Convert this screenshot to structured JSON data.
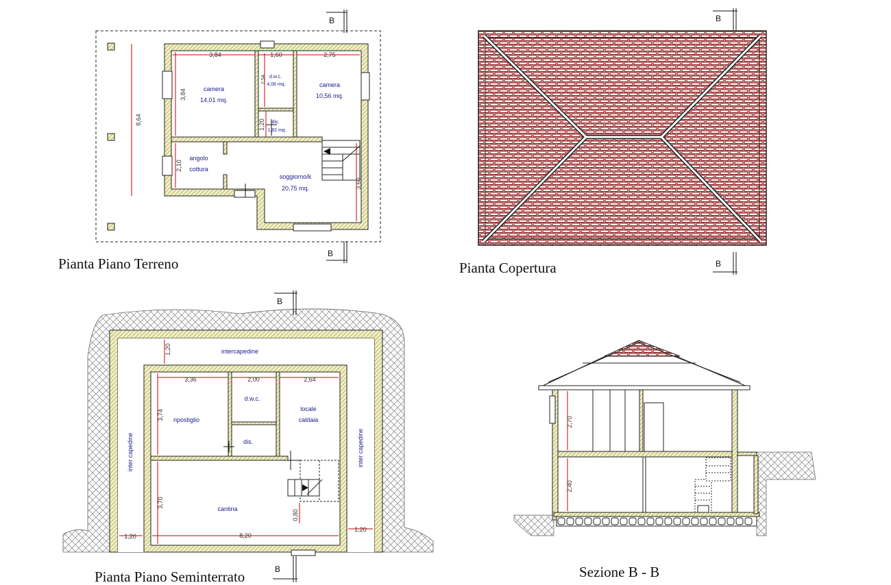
{
  "titles": {
    "ground_floor": "Pianta Piano Terreno",
    "roof": "Pianta Copertura",
    "basement": "Pianta Piano Seminterrato",
    "section": "Sezione B - B"
  },
  "section_marker": "B",
  "ground_floor": {
    "rooms": {
      "camera1_name": "camera",
      "camera1_area": "14,01 mq.",
      "wc_name": "d.w.c.",
      "wc_area": "4,06 mq.",
      "camera2_name": "camera",
      "camera2_area": "10,56 mq.",
      "dis_name": "dis.",
      "dis_area": "1,92 mq.",
      "kitchen_line1": "angolo",
      "kitchen_line2": "cottura",
      "living_name": "soggiorno/k",
      "living_area": "20,75 mq."
    },
    "dims": {
      "d1": "3,84",
      "d2": "1,60",
      "d3": "2,75",
      "d4": "3,84",
      "d5": "8,64",
      "d6": "2,10",
      "d7": "1,20",
      "d8": "3,60",
      "d9": "2,54"
    }
  },
  "basement": {
    "rooms": {
      "intercapedine_top": "intercapedine",
      "intercapedine_side": "inter capedine",
      "wc": "d.w.c.",
      "storage": "ripostiglio",
      "boiler_line1": "locale",
      "boiler_line2": "caldaia",
      "dis": "dis.",
      "cellar": "cantina"
    },
    "dims": {
      "d1": "1,20",
      "d2": "3,36",
      "d3": "2,00",
      "d4": "2,64",
      "d5": "3,74",
      "d6": "3,70",
      "d7": "0,80",
      "d8": "8,20",
      "d9": "1,20",
      "d10": "1,20"
    }
  },
  "section": {
    "dims": {
      "upper": "2,70",
      "lower": "2,40"
    }
  }
}
